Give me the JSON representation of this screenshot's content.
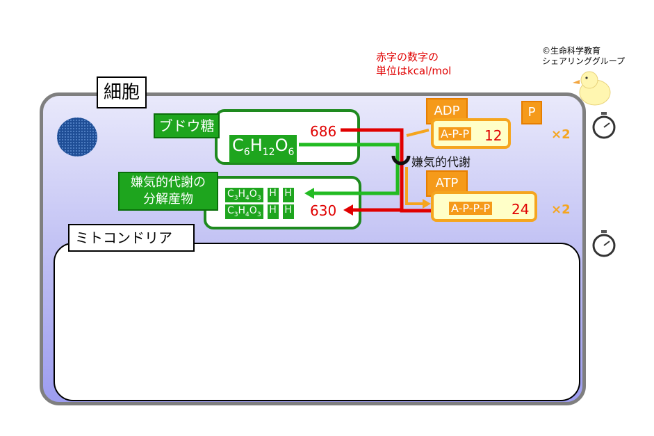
{
  "note": {
    "line1": "赤字の数字の",
    "line2": "単位はkcal/mol"
  },
  "credit": {
    "line1": "©生命科学教育",
    "line2": "シェアリンググループ"
  },
  "cell_label": "細胞",
  "glucose": {
    "label": "ブドウ糖",
    "formula": "C6H12O6",
    "energy": "686"
  },
  "products": {
    "label_line1": "嫌気的代謝の",
    "label_line2": "分解産物",
    "molecule": "C3H4O3",
    "h": "H",
    "energy": "630"
  },
  "process_label": "嫌気的代謝",
  "adp": {
    "label": "ADP",
    "chain": "A-P-P",
    "energy": "12"
  },
  "atp": {
    "label": "ATP",
    "chain": "A-P-P-P",
    "energy": "24"
  },
  "phosphate": "P",
  "multiplier": "×2",
  "mitochondria_label": "ミトコンドリア",
  "colors": {
    "energy_red": "#e00000",
    "green": "#1ea51e",
    "orange": "#f59a1a",
    "cell_border": "#7f7f7f"
  }
}
